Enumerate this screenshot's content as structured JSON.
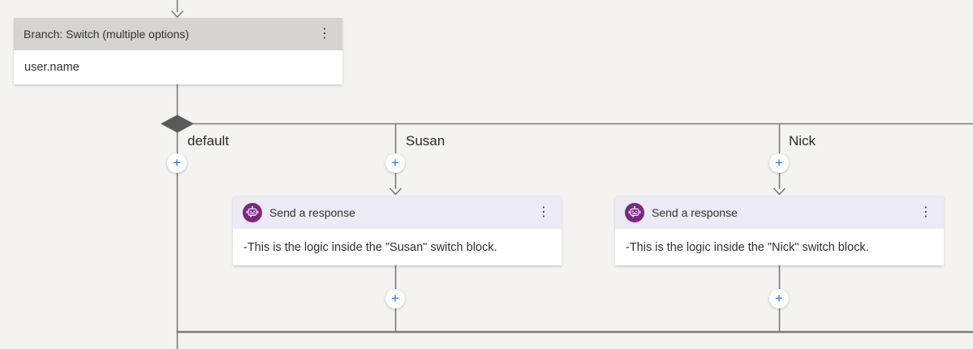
{
  "canvas": {
    "background_color": "#f4f3f2",
    "line_color": "#7b7b7b",
    "diamond_color": "#5a5a5a"
  },
  "colors": {
    "switch_header_gray": "#d5d4d3",
    "response_header_lavender": "#eceaf4",
    "bot_icon_purple": "#7b2882",
    "plus_blue": "#2e6fd4",
    "text": "#323130"
  },
  "icons": {
    "plus": "+",
    "kebab": "⋮",
    "bot": "bot-icon",
    "incoming_arrow": "down-arrow"
  },
  "switch_node": {
    "title": "Branch: Switch (multiple options)",
    "condition": "user.name"
  },
  "branches": [
    {
      "label": "default"
    },
    {
      "label": "Susan",
      "node": {
        "title": "Send a response",
        "body": "-This is the logic inside the \"Susan\" switch block."
      }
    },
    {
      "label": "Nick",
      "node": {
        "title": "Send a response",
        "body": "-This is the logic inside the \"Nick\" switch block."
      }
    }
  ]
}
